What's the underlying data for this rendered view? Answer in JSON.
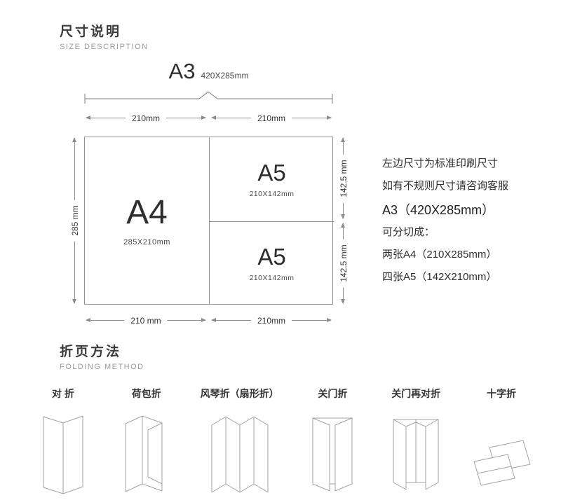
{
  "size_section": {
    "title": "尺寸说明",
    "subtitle": "SIZE DESCRIPTION",
    "a3_header": {
      "label": "A3",
      "dims": "420X285mm"
    },
    "measurements": {
      "top_left": "210mm",
      "top_right": "210mm",
      "left": "285 mm",
      "right_top": "142.5 mm",
      "right_bottom": "142.5 mm",
      "bottom_left": "210 mm",
      "bottom_right": "210mm"
    },
    "panels": {
      "a4": {
        "label": "A4",
        "dims": "285X210mm"
      },
      "a5_top": {
        "label": "A5",
        "dims": "210X142mm"
      },
      "a5_bottom": {
        "label": "A5",
        "dims": "210X142mm"
      }
    },
    "notes": [
      "左边尺寸为标准印刷尺寸",
      "如有不规则尺寸请咨询客服",
      "A3（420X285mm）",
      "可分切成：",
      "两张A4（210X285mm）",
      "四张A5（142X210mm）"
    ]
  },
  "folding_section": {
    "title": "折页方法",
    "subtitle": "FOLDING METHOD",
    "methods": [
      {
        "label": "对 折"
      },
      {
        "label": "荷包折"
      },
      {
        "label": "风琴折（扇形折）"
      },
      {
        "label": "关门折"
      },
      {
        "label": "关门再对折"
      },
      {
        "label": "十字折"
      }
    ]
  }
}
